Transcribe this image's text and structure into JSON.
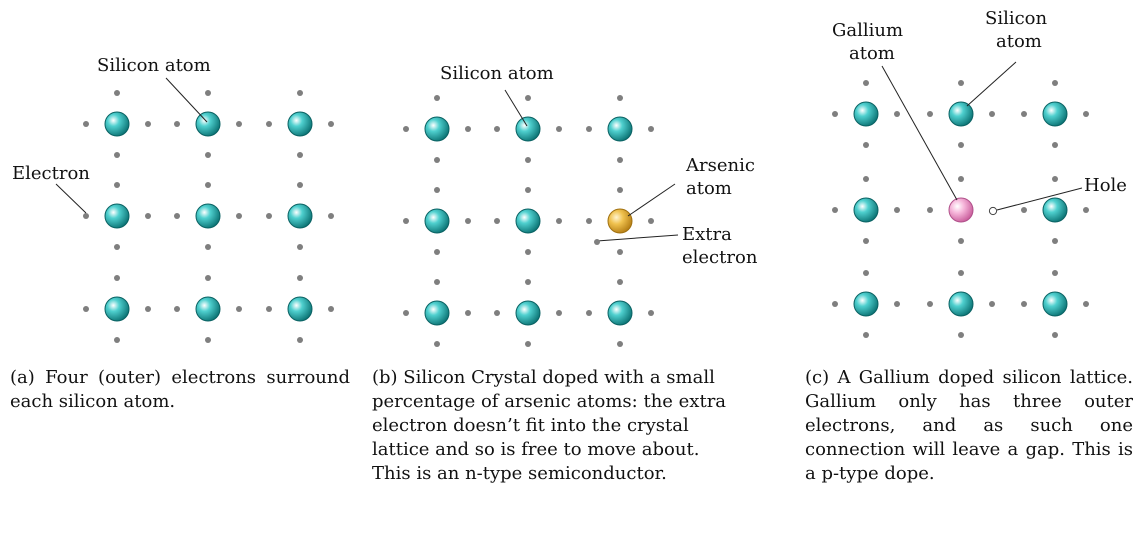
{
  "colors": {
    "silicon": "#1aa8a8",
    "silicon_dark": "#0b6f70",
    "arsenic": "#e8b23a",
    "gallium": "#f08ec4",
    "electron": "#7f7f7f",
    "leader": "#222222"
  },
  "panel_a": {
    "labels": {
      "silicon_atom": "Silicon atom",
      "electron": "Electron"
    },
    "caption": "(a) Four (outer) electrons surround each silicon atom."
  },
  "panel_b": {
    "labels": {
      "silicon_atom": "Silicon atom",
      "arsenic_atom_1": "Arsenic",
      "arsenic_atom_2": "atom",
      "extra_electron_1": "Extra",
      "extra_electron_2": "electron"
    },
    "caption": "(b) Silicon Crystal doped with a small percentage of arsenic atoms: the extra electron doesn’t fit into the crystal lattice and so is free to move about. This is an n-type semiconductor."
  },
  "panel_c": {
    "labels": {
      "gallium_atom_1": "Gallium",
      "gallium_atom_2": "atom",
      "silicon_atom_1": "Silicon",
      "silicon_atom_2": "atom",
      "hole": "Hole"
    },
    "caption": "(c) A Gallium doped silicon lattice. Gallium only has three outer electrons, and as such one connection will leave a gap. This is a p-type dope."
  }
}
